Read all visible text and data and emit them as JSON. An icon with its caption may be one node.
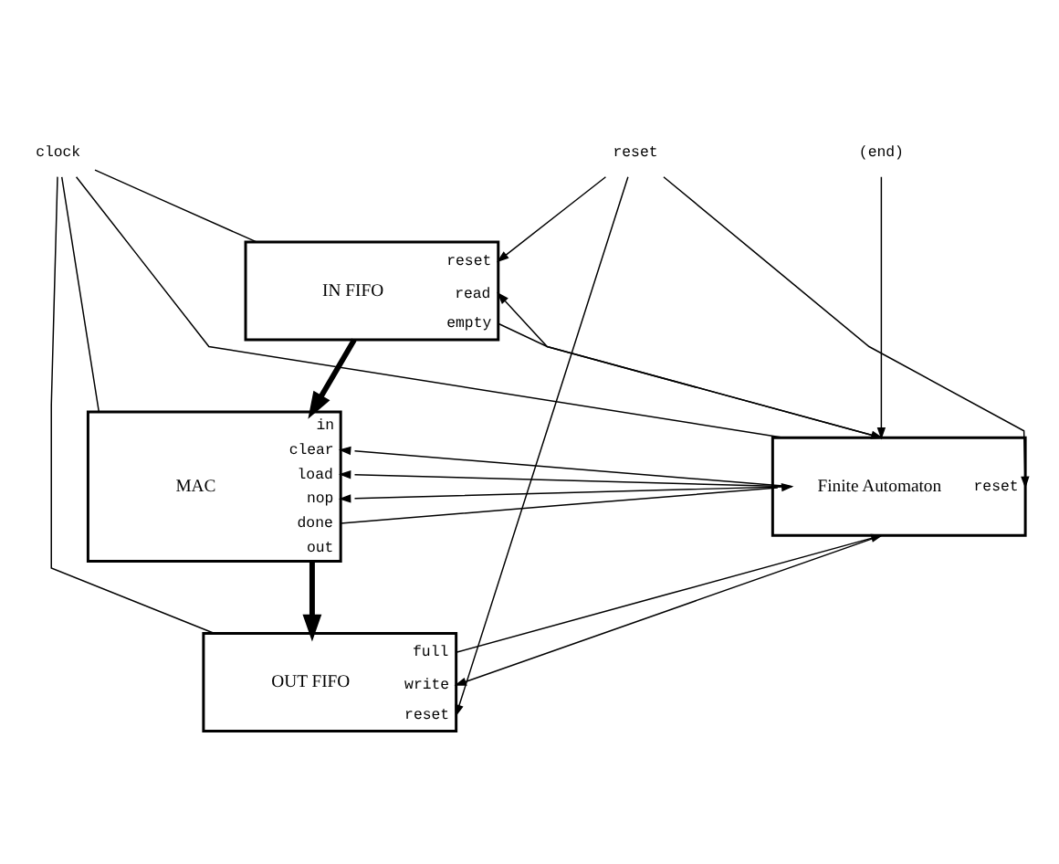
{
  "diagram": {
    "nodes": [
      {
        "text": [
          "clock"
        ]
      },
      {
        "text": [
          "(end)"
        ]
      },
      {
        "text": [
          "reset"
        ]
      },
      {
        "text": [
          "reset",
          "IN FIFO",
          "read",
          "empty"
        ]
      },
      {
        "text": [
          "in",
          "clear",
          "MAC",
          "load",
          "nop",
          "done",
          "out"
        ]
      },
      {
        "text": [
          "Finite Automaton",
          "reset"
        ]
      },
      {
        "text": [
          "full",
          "write",
          "OUT FIFO",
          "reset"
        ]
      }
    ],
    "edges": [
      {
        "from": 0,
        "to": 3,
        "arrow": "none"
      },
      {
        "from": 0,
        "to": 4,
        "arrow": "none"
      },
      {
        "from": 0,
        "to": 6,
        "arrow": "none"
      },
      {
        "from": 0,
        "to": 5,
        "arrow": "none"
      },
      {
        "from": 2,
        "to": 3,
        "arrow": "to"
      },
      {
        "from": 2,
        "to": 5,
        "arrow": "to"
      },
      {
        "from": 2,
        "to": 6,
        "arrow": "to"
      },
      {
        "from": 1,
        "to": 5,
        "arrow": "to"
      },
      {
        "from": 5,
        "to": 3,
        "arrow": "to"
      },
      {
        "from": 3,
        "to": 5,
        "arrow": "to"
      },
      {
        "from": 3,
        "to": 4,
        "arrow": "to",
        "style": "thick"
      },
      {
        "from": 5,
        "to": 4,
        "arrow": "to"
      },
      {
        "from": 5,
        "to": 4,
        "arrow": "to"
      },
      {
        "from": 5,
        "to": 4,
        "arrow": "to"
      },
      {
        "from": 4,
        "to": 5,
        "arrow": "to"
      },
      {
        "from": 4,
        "to": 6,
        "arrow": "to",
        "style": "thick"
      },
      {
        "from": 6,
        "to": 5,
        "arrow": "to"
      },
      {
        "from": 5,
        "to": 6,
        "arrow": "to"
      }
    ]
  }
}
